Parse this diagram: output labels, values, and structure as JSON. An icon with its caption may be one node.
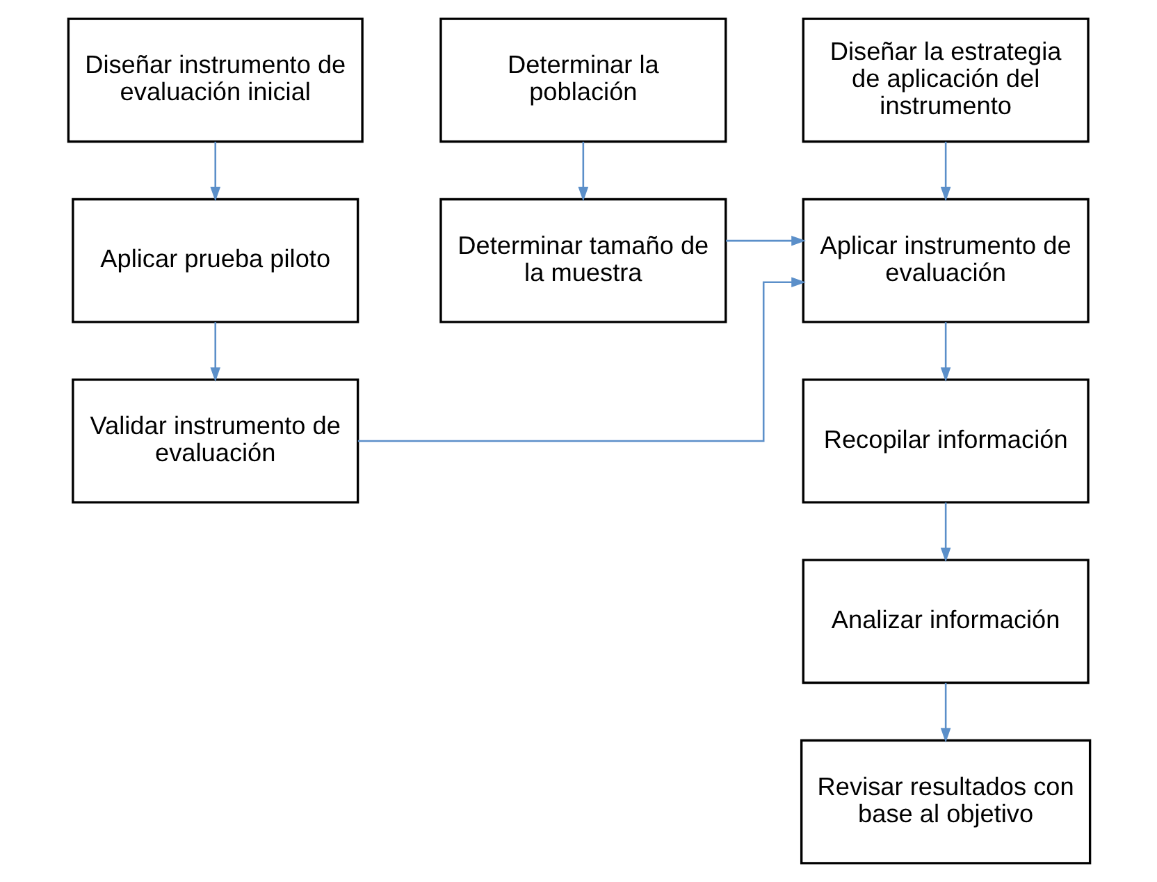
{
  "diagram": {
    "nodes": [
      {
        "text": [
          "Diseñar instrumento de evaluación inicial"
        ]
      },
      {
        "text": [
          "Aplicar prueba piloto"
        ]
      },
      {
        "text": [
          "Validar instrumento de evaluación"
        ]
      },
      {
        "text": [
          "Determinar la población"
        ]
      },
      {
        "text": [
          "Determinar tamaño de la muestra"
        ]
      },
      {
        "text": [
          "Diseñar la estrategia de aplicación del instrumento"
        ]
      },
      {
        "text": [
          "Aplicar instrumento de evaluación"
        ]
      },
      {
        "text": [
          "Recopilar información"
        ]
      },
      {
        "text": [
          "Analizar información"
        ]
      },
      {
        "text": [
          "Revisar resultados con base al objetivo"
        ]
      }
    ],
    "edges": [
      {
        "from": 0,
        "to": 1,
        "arrow": "to"
      },
      {
        "from": 1,
        "to": 2,
        "arrow": "to"
      },
      {
        "from": 3,
        "to": 4,
        "arrow": "to"
      },
      {
        "from": 2,
        "to": 6,
        "arrow": "to"
      },
      {
        "from": 4,
        "to": 6,
        "arrow": "to"
      },
      {
        "from": 5,
        "to": 6,
        "arrow": "to"
      },
      {
        "from": 6,
        "to": 7,
        "arrow": "to"
      },
      {
        "from": 7,
        "to": 8,
        "arrow": "to"
      },
      {
        "from": 8,
        "to": 9,
        "arrow": "to"
      }
    ]
  }
}
